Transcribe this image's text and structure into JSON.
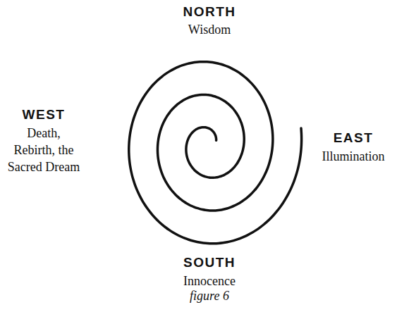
{
  "diagram": {
    "caption": "figure 6",
    "labels": [
      "NORTH",
      "Wisdom",
      "EAST",
      "Illumination",
      "SOUTH",
      "Innocence",
      "WEST",
      "Death, Rebirth, the Sacred Dream"
    ]
  }
}
